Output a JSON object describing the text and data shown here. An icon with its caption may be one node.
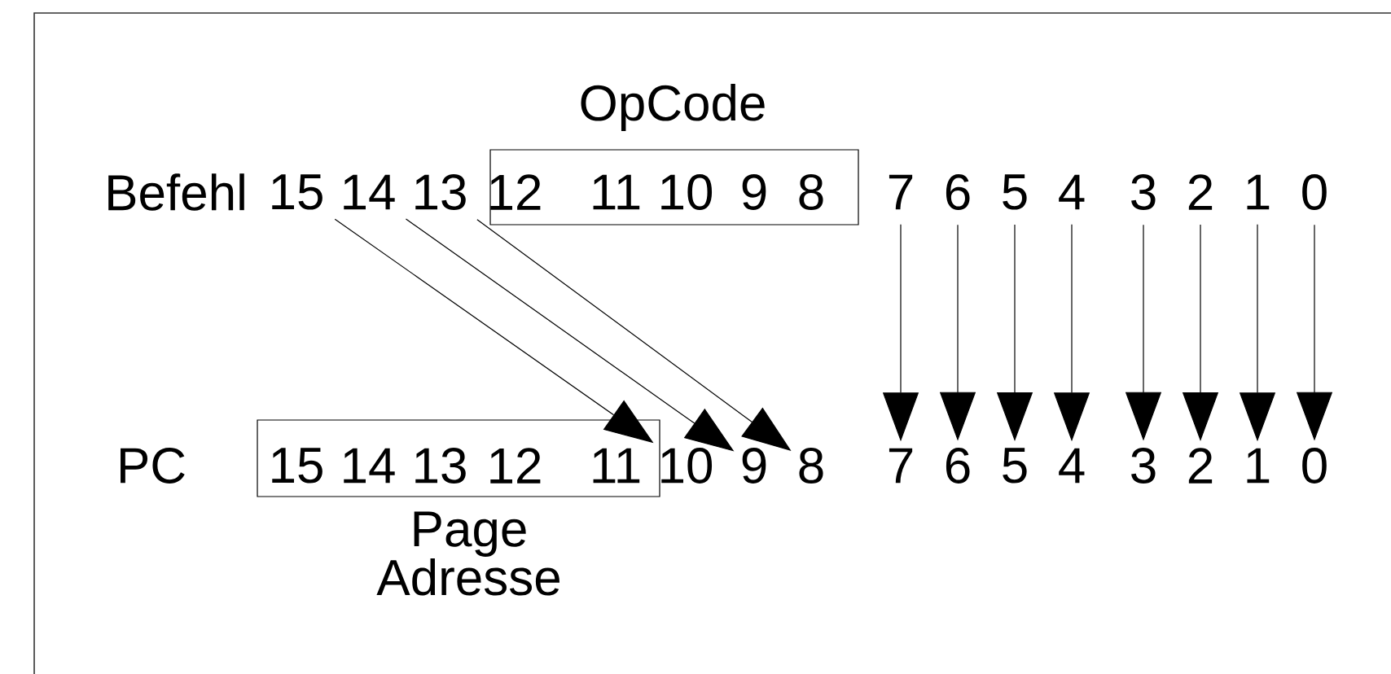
{
  "diagram": {
    "nodes": [
      {
        "text": [
          "OpCode"
        ]
      },
      {
        "text": [
          "15"
        ]
      },
      {
        "text": [
          "14"
        ]
      },
      {
        "text": [
          "13"
        ]
      },
      {
        "text": [
          "12"
        ],
        "in": 0
      },
      {
        "text": [
          "11"
        ],
        "in": 0
      },
      {
        "text": [
          "10"
        ],
        "in": 0
      },
      {
        "text": [
          "9"
        ],
        "in": 0
      },
      {
        "text": [
          "8"
        ],
        "in": 0
      },
      {
        "text": [
          "7"
        ]
      },
      {
        "text": [
          "6"
        ]
      },
      {
        "text": [
          "5"
        ]
      },
      {
        "text": [
          "4"
        ]
      },
      {
        "text": [
          "3"
        ]
      },
      {
        "text": [
          "2"
        ]
      },
      {
        "text": [
          "1"
        ]
      },
      {
        "text": [
          "0"
        ]
      },
      {
        "text": [
          "Page Adresse"
        ]
      },
      {
        "text": [
          "15"
        ],
        "in": 17
      },
      {
        "text": [
          "14"
        ],
        "in": 17
      },
      {
        "text": [
          "13"
        ],
        "in": 17
      },
      {
        "text": [
          "12"
        ],
        "in": 17
      },
      {
        "text": [
          "11"
        ],
        "in": 17
      },
      {
        "text": [
          "10"
        ]
      },
      {
        "text": [
          "9"
        ]
      },
      {
        "text": [
          "8"
        ]
      },
      {
        "text": [
          "7"
        ]
      },
      {
        "text": [
          "6"
        ]
      },
      {
        "text": [
          "5"
        ]
      },
      {
        "text": [
          "4"
        ]
      },
      {
        "text": [
          "3"
        ]
      },
      {
        "text": [
          "2"
        ]
      },
      {
        "text": [
          "1"
        ]
      },
      {
        "text": [
          "0"
        ]
      }
    ],
    "edges": [
      {
        "from": 1,
        "to": 23,
        "arrow": "to"
      },
      {
        "from": 2,
        "to": 24,
        "arrow": "to"
      },
      {
        "from": 3,
        "to": 25,
        "arrow": "to"
      },
      {
        "from": 9,
        "to": 26,
        "arrow": "to"
      },
      {
        "from": 10,
        "to": 27,
        "arrow": "to"
      },
      {
        "from": 11,
        "to": 28,
        "arrow": "to"
      },
      {
        "from": 12,
        "to": 29,
        "arrow": "to"
      },
      {
        "from": 13,
        "to": 30,
        "arrow": "to"
      },
      {
        "from": 14,
        "to": 31,
        "arrow": "to"
      },
      {
        "from": 15,
        "to": 32,
        "arrow": "to"
      },
      {
        "from": 16,
        "to": 33,
        "arrow": "to"
      }
    ],
    "labels": [
      "Befehl",
      "PC"
    ]
  }
}
